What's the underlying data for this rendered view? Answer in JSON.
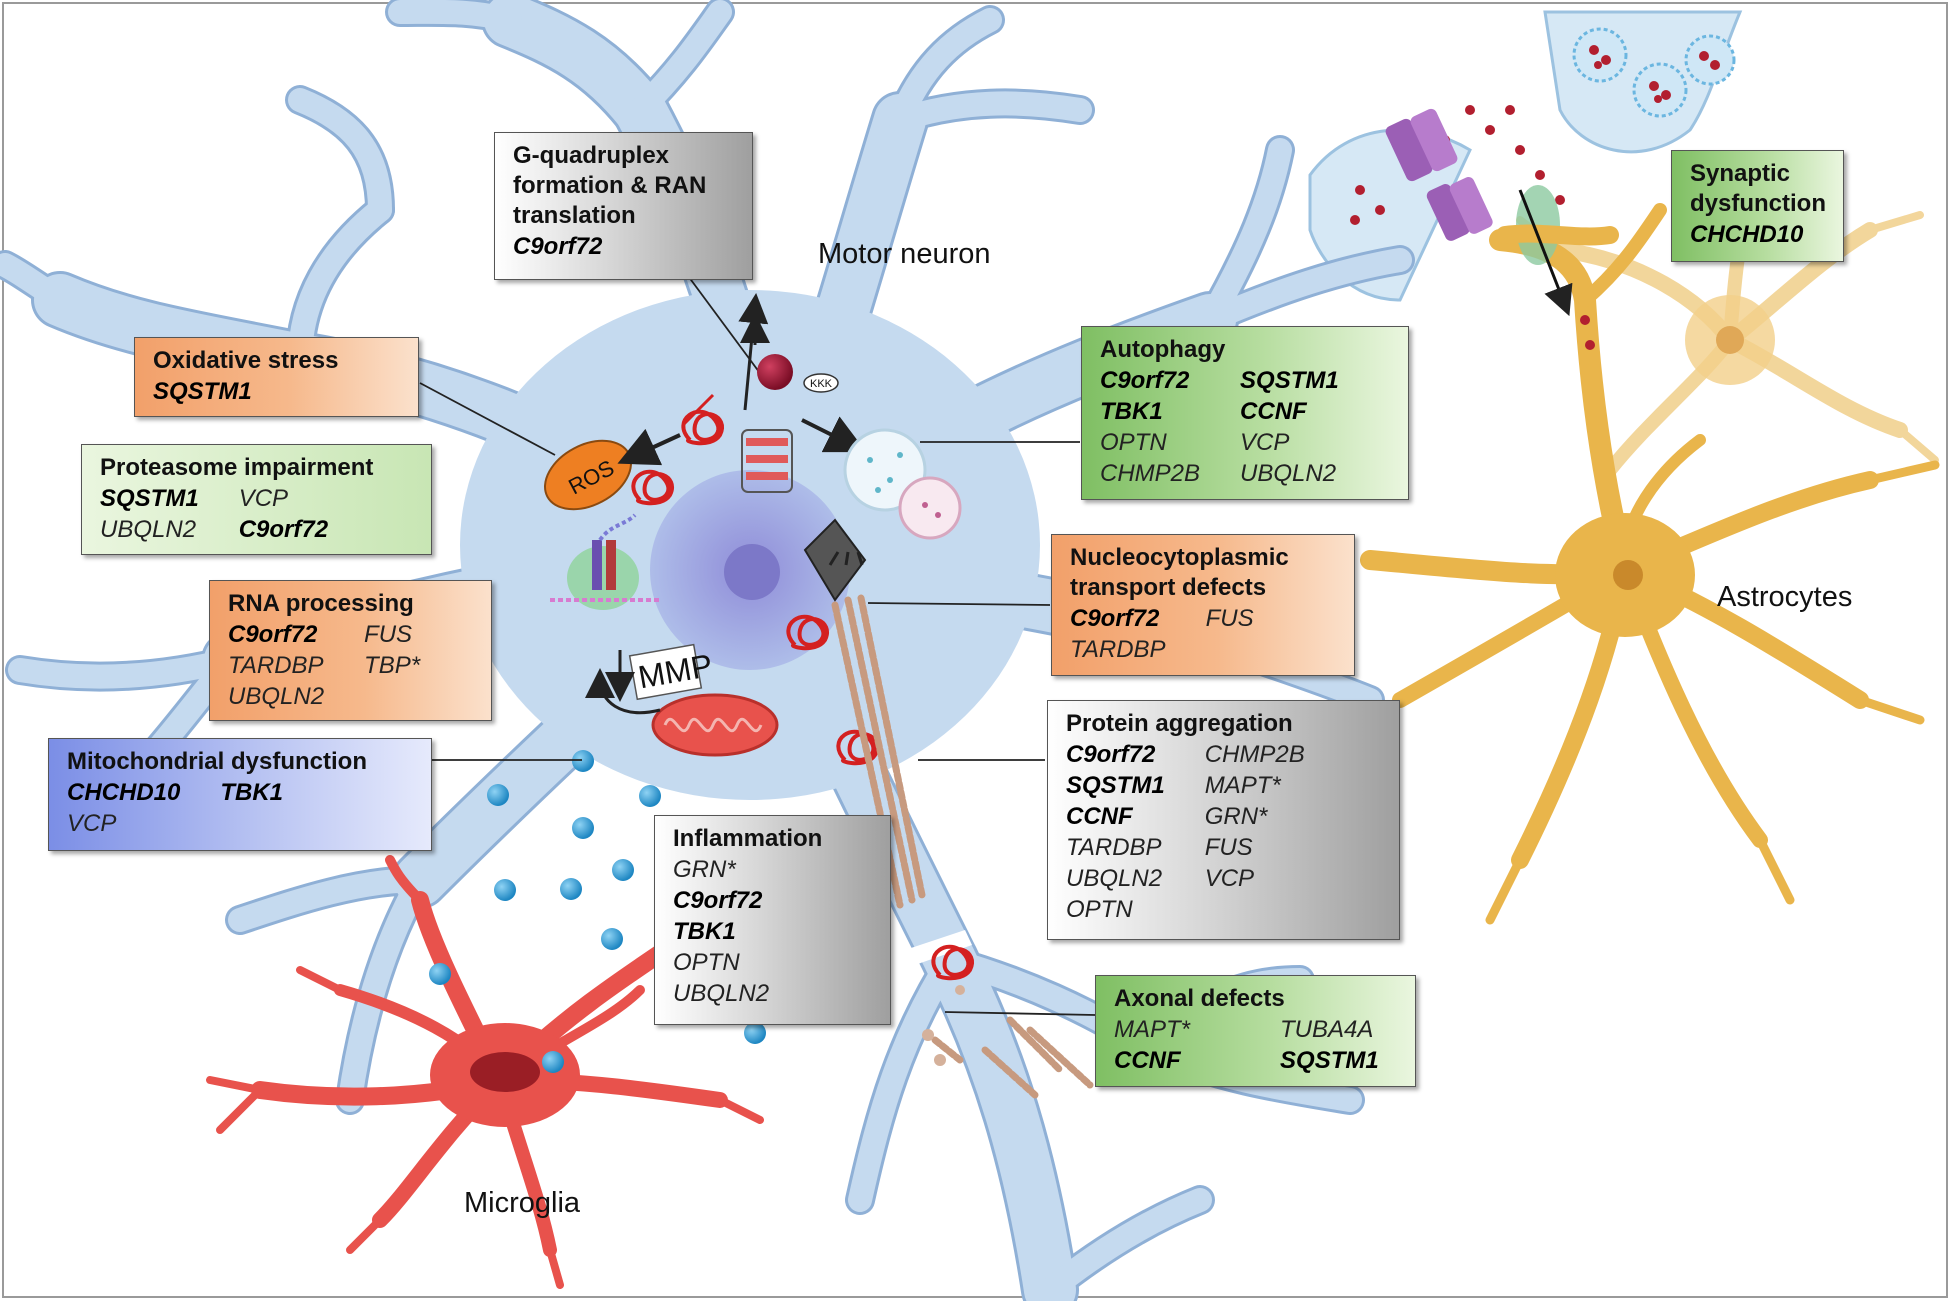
{
  "cells": {
    "motor_neuron": "Motor neuron",
    "astrocytes": "Astrocytes",
    "microglia": "Microglia"
  },
  "markers": {
    "ros": "ROS",
    "mmp": "MMP",
    "kkk": "KKK"
  },
  "boxes": {
    "gquad": {
      "title": "G-quadruplex\nformation & RAN\ntranslation",
      "genes": [
        {
          "name": "C9orf72",
          "bold": true
        }
      ]
    },
    "oxidative": {
      "title": "Oxidative stress",
      "genes": [
        {
          "name": "SQSTM1",
          "bold": true
        }
      ]
    },
    "proteasome": {
      "title": "Proteasome impairment",
      "genes": [
        {
          "name": "SQSTM1",
          "bold": true
        },
        {
          "name": "VCP",
          "bold": false
        },
        {
          "name": "UBQLN2",
          "bold": false
        },
        {
          "name": "C9orf72",
          "bold": true
        }
      ]
    },
    "rna": {
      "title": "RNA processing",
      "genes": [
        {
          "name": "C9orf72",
          "bold": true
        },
        {
          "name": "FUS",
          "bold": false
        },
        {
          "name": "TARDBP",
          "bold": false
        },
        {
          "name": "TBP*",
          "bold": false
        },
        {
          "name": "UBQLN2",
          "bold": false
        }
      ]
    },
    "mito": {
      "title": "Mitochondrial dysfunction",
      "genes": [
        {
          "name": "CHCHD10",
          "bold": true
        },
        {
          "name": "TBK1",
          "bold": true
        },
        {
          "name": "VCP",
          "bold": false
        }
      ]
    },
    "inflammation": {
      "title": "Inflammation",
      "genes": [
        {
          "name": "GRN*",
          "bold": false
        },
        {
          "name": "C9orf72",
          "bold": true
        },
        {
          "name": "TBK1",
          "bold": true
        },
        {
          "name": "OPTN",
          "bold": false
        },
        {
          "name": "UBQLN2",
          "bold": false
        }
      ]
    },
    "autophagy": {
      "title": "Autophagy",
      "genes": [
        {
          "name": "C9orf72",
          "bold": true
        },
        {
          "name": "SQSTM1",
          "bold": true
        },
        {
          "name": "TBK1",
          "bold": true
        },
        {
          "name": "CCNF",
          "bold": true
        },
        {
          "name": "OPTN",
          "bold": false
        },
        {
          "name": "VCP",
          "bold": false
        },
        {
          "name": "CHMP2B",
          "bold": false
        },
        {
          "name": "UBQLN2",
          "bold": false
        }
      ]
    },
    "nucleo": {
      "title": "Nucleocytoplasmic\ntransport defects",
      "genes": [
        {
          "name": "C9orf72",
          "bold": true
        },
        {
          "name": "FUS",
          "bold": false
        },
        {
          "name": "TARDBP",
          "bold": false
        }
      ]
    },
    "aggregation": {
      "title": "Protein aggregation",
      "genes": [
        {
          "name": "C9orf72",
          "bold": true
        },
        {
          "name": "CHMP2B",
          "bold": false
        },
        {
          "name": "SQSTM1",
          "bold": true
        },
        {
          "name": "MAPT*",
          "bold": false
        },
        {
          "name": "CCNF",
          "bold": true
        },
        {
          "name": "GRN*",
          "bold": false
        },
        {
          "name": "TARDBP",
          "bold": false
        },
        {
          "name": "FUS",
          "bold": false
        },
        {
          "name": "UBQLN2",
          "bold": false
        },
        {
          "name": "VCP",
          "bold": false
        },
        {
          "name": "OPTN",
          "bold": false
        }
      ]
    },
    "axonal": {
      "title": "Axonal  defects",
      "genes": [
        {
          "name": "MAPT*",
          "bold": false
        },
        {
          "name": "TUBA4A",
          "bold": false
        },
        {
          "name": "CCNF",
          "bold": true
        },
        {
          "name": "SQSTM1",
          "bold": true
        }
      ]
    },
    "synaptic": {
      "title": "Synaptic\ndysfunction",
      "genes": [
        {
          "name": "CHCHD10",
          "bold": true
        }
      ]
    }
  },
  "colors": {
    "neuron_fill": "#c5daef",
    "neuron_stroke": "#8fb0d6",
    "astrocyte": "#e9b54b",
    "microglia": "#e8524c",
    "ros": "#ee7f22",
    "vesicle": "#2f9fd6"
  }
}
